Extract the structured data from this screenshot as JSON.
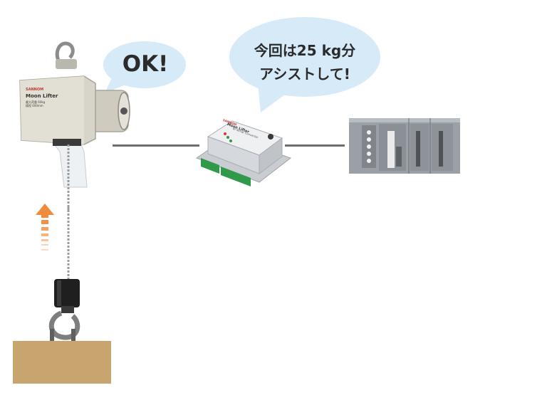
{
  "bubbles": {
    "hoist_reply": "OK!",
    "request_line1": "今回は25 kg分",
    "request_line2": "アシストして!"
  },
  "hoist": {
    "brand": "SANNOM",
    "model": "Moon Lifter",
    "spec_line1": "最大荷重 60kg",
    "spec_line2": "揚程 600mm"
  },
  "converter": {
    "brand": "SANNOM",
    "model": "Moon Lifter",
    "subtitle": "BI Serial Converter"
  },
  "colors": {
    "bubble": "#d6eaf8",
    "load": "#c8a46e",
    "arrow": "#f08a3c",
    "line": "#6d6d6d",
    "hoist_body": "#d7d4c9",
    "plc_body": "#9aa0a6",
    "terminal_green": "#2f9a4a"
  },
  "icons": {
    "arrow": "up-arrow-icon",
    "hook": "hook-icon"
  }
}
